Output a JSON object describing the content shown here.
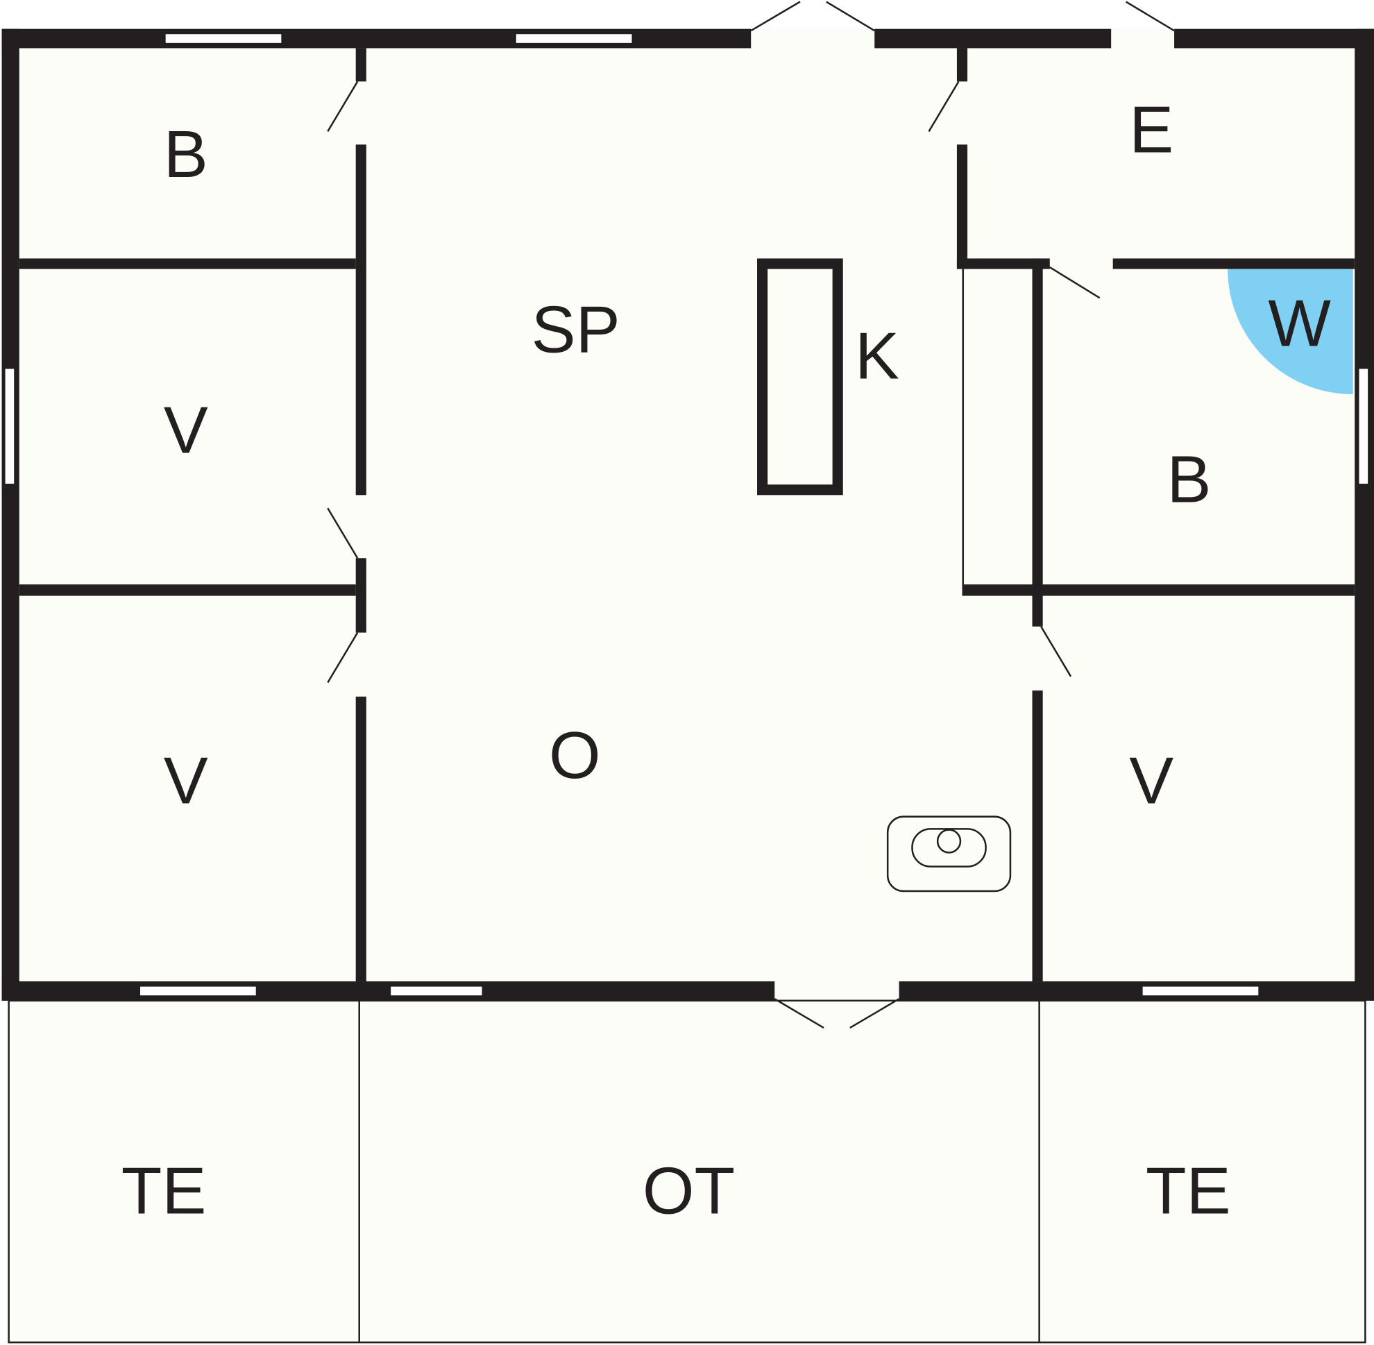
{
  "plan": {
    "colors": {
      "wall": "#231f20",
      "floor": "#fdfdf8",
      "wardrobe": "#7fd0f2"
    },
    "rooms": {
      "bedroom_top_left": "B",
      "living_sp": "SP",
      "kitchen": "K",
      "entrance": "E",
      "room_v_left_upper": "V",
      "wardrobe": "W",
      "bedroom_right": "B",
      "room_v_left_lower": "V",
      "living_o": "O",
      "room_v_right": "V",
      "terrace_left": "TE",
      "terrace_center": "OT",
      "terrace_right": "TE"
    }
  }
}
